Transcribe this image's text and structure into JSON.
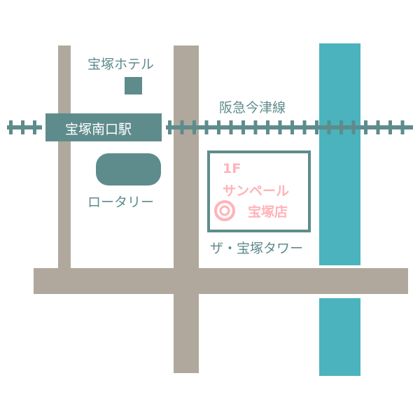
{
  "colors": {
    "road": "#b0a89c",
    "rail": "#5e8c8c",
    "river": "#4ab3bd",
    "shop": "#ffb3b8"
  },
  "labels": {
    "hotel": "宝塚ホテル",
    "railway": "阪急今津線",
    "station": "宝塚南口駅",
    "rotary": "ロータリー",
    "tower": "ザ・宝塚タワー",
    "shop_floor": "1F",
    "shop_name": "サンペール",
    "shop_branch": "宝塚店"
  }
}
